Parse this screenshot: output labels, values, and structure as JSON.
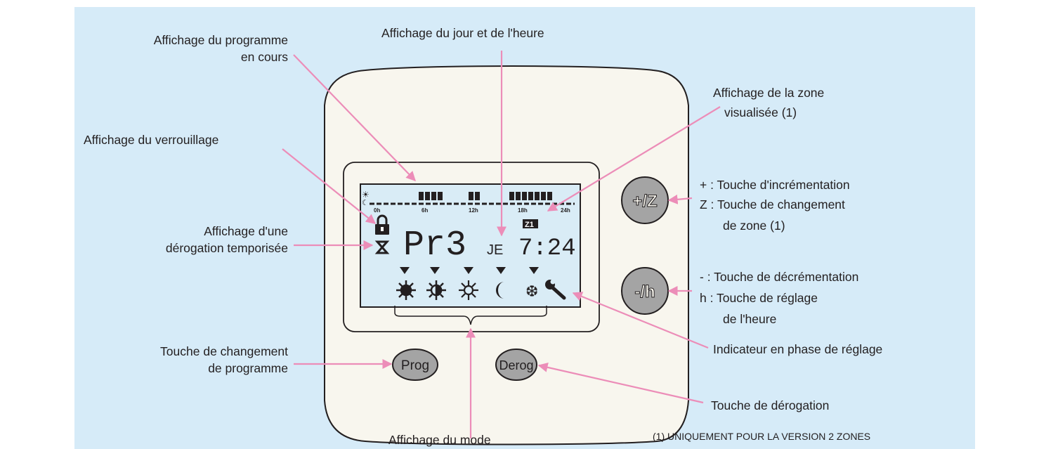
{
  "labels": {
    "programme_line1": "Affichage du programme",
    "programme_line2": "en cours",
    "jour_heure": "Affichage du jour et de l'heure",
    "zone_line1": "Affichage de la zone",
    "zone_line2": "visualisée (1)",
    "verrouillage": "Affichage du verrouillage",
    "derogation_line1": "Affichage d'une",
    "derogation_line2": "dérogation temporisée",
    "plus_line1": "+ : Touche d'incrémentation",
    "plus_line2": "Z : Touche de changement",
    "plus_line3": "de zone (1)",
    "minus_line1": "-  : Touche de décrémentation",
    "minus_line2": "h : Touche de réglage",
    "minus_line3": "de l'heure",
    "prog_line1": "Touche de changement",
    "prog_line2": "de programme",
    "indicateur": "Indicateur en phase de réglage",
    "derog_key": "Touche de dérogation",
    "mode": "Affichage du mode",
    "footnote": "(1) UNIQUEMENT POUR LA VERSION 2 ZONES"
  },
  "buttons": {
    "plus_z": "+/Z",
    "minus_h": "-/h",
    "prog": "Prog",
    "derog": "Derog"
  },
  "lcd": {
    "hour_labels": [
      "0h",
      "6h",
      "12h",
      "18h",
      "24h"
    ],
    "program": "Pr3",
    "day": "JE",
    "time": "7:24",
    "zone": "Z1"
  },
  "colors": {
    "background": "#d6ebf8",
    "device": "#f8f6ee",
    "lcd": "#d9ecf6",
    "button": "#a4a4a4",
    "arrow": "#ec8db8",
    "ink": "#231f20"
  }
}
